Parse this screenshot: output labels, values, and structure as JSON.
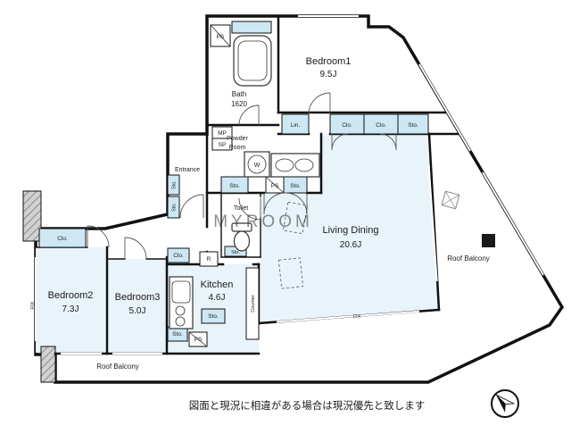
{
  "rooms": {
    "bedroom1": {
      "label": "Bedroom1",
      "area": "9.5J"
    },
    "bedroom2": {
      "label": "Bedroom2",
      "area": "7.3J"
    },
    "bedroom3": {
      "label": "Bedroom3",
      "area": "5.0J"
    },
    "living_dining": {
      "label": "Living Dining",
      "area": "20.6J"
    },
    "kitchen": {
      "label": "Kitchen",
      "area": "4.6J"
    },
    "bath": {
      "label": "Bath",
      "area": "1620"
    },
    "powder_room": {
      "line1": "Powder",
      "line2": "Room"
    },
    "entrance": {
      "label": "Entrance"
    },
    "toilet": {
      "label": "Toilet"
    },
    "roof_balcony_right": {
      "label": "Roof Balcony"
    },
    "roof_balcony_bottom": {
      "label": "Roof Balcony"
    }
  },
  "fixtures": {
    "ps": "PS",
    "sto": "Sto.",
    "clo": "Clo.",
    "lin": "Lin.",
    "mp": "MP",
    "sp": "SP",
    "washer": "W",
    "fridge": "R",
    "counter": "Counter",
    "fix": "FIX"
  },
  "annotations": {
    "watermark": "MYROOM",
    "disclaimer": "図面と現況に相違がある場合は現況優先と致します"
  },
  "colors": {
    "room_fill": "#e9f3fa",
    "closet_fill": "#cde8f4",
    "wall": "#111111"
  }
}
